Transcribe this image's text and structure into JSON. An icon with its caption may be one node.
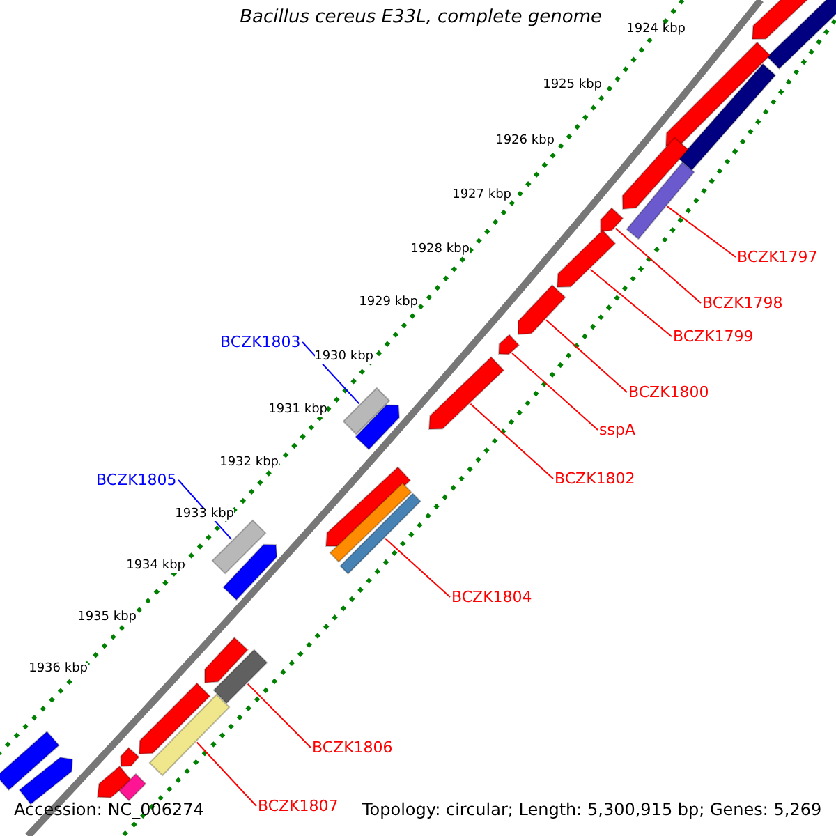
{
  "diagram": {
    "title": "Bacillus cereus E33L, complete genome",
    "nodes": [
      {
        "text": [
          "BCZK1797"
        ]
      },
      {
        "text": [
          "BCZK1798"
        ]
      },
      {
        "text": [
          "BCZK1799"
        ]
      },
      {
        "text": [
          "BCZK1803"
        ]
      },
      {
        "text": [
          "BCZK1800"
        ]
      },
      {
        "text": [
          "sspA"
        ]
      },
      {
        "text": [
          "BCZK1802"
        ]
      },
      {
        "text": [
          "BCZK1805"
        ]
      },
      {
        "text": [
          "BCZK1804"
        ]
      },
      {
        "text": [
          "BCZK1806"
        ]
      },
      {
        "text": [
          "BCZK1807"
        ]
      },
      {
        "text": [],
        "shape": "bar"
      },
      {
        "text": [],
        "shape": "bar"
      },
      {
        "text": [],
        "shape": "bar"
      },
      {
        "text": [],
        "shape": "bar"
      },
      {
        "text": [],
        "shape": "bar"
      },
      {
        "text": [],
        "shape": "bar"
      },
      {
        "text": [],
        "shape": "bar"
      },
      {
        "text": [],
        "shape": "bar"
      },
      {
        "text": [],
        "shape": "bar"
      },
      {
        "text": [],
        "shape": "bar"
      },
      {
        "text": [],
        "shape": "bar"
      },
      {
        "text": [],
        "shape": "bar"
      },
      {
        "text": [],
        "shape": "bar"
      },
      {
        "text": [],
        "shape": "bar"
      },
      {
        "text": [],
        "shape": "bar"
      },
      {
        "text": [],
        "shape": "bar"
      },
      {
        "text": [],
        "shape": "bar"
      },
      {
        "text": [],
        "shape": "bar"
      },
      {
        "text": [],
        "shape": "bar"
      },
      {
        "text": [],
        "shape": "bar"
      },
      {
        "text": [],
        "shape": "bar"
      },
      {
        "text": [],
        "shape": "bar"
      },
      {
        "text": [],
        "shape": "bar"
      },
      {
        "text": [],
        "shape": "bar"
      },
      {
        "text": [],
        "shape": "bar"
      },
      {
        "text": [],
        "shape": "bar"
      },
      {
        "text": [],
        "shape": "bar"
      }
    ],
    "edges": [
      {
        "from": 0,
        "to": 16,
        "arrow": "none"
      },
      {
        "from": 1,
        "to": 17,
        "arrow": "none"
      },
      {
        "from": 2,
        "to": 18,
        "arrow": "none"
      },
      {
        "from": 3,
        "to": 22,
        "arrow": "none",
        "color": "#0000ff"
      },
      {
        "from": 4,
        "to": 19,
        "arrow": "none"
      },
      {
        "from": 5,
        "to": 20,
        "arrow": "none"
      },
      {
        "from": 6,
        "to": 21,
        "arrow": "none"
      },
      {
        "from": 7,
        "to": 27,
        "arrow": "none",
        "color": "#0000ff"
      },
      {
        "from": 8,
        "to": 26,
        "arrow": "none"
      },
      {
        "from": 9,
        "to": 30,
        "arrow": "none"
      },
      {
        "from": 10,
        "to": 32,
        "arrow": "none"
      }
    ],
    "labels": [
      "1924 kbp",
      "1925 kbp",
      "1926 kbp",
      "1927 kbp",
      "1928 kbp",
      "1929 kbp",
      "1930 kbp",
      "1931 kbp",
      "1932 kbp",
      "1933 kbp",
      "1934 kbp",
      "1935 kbp",
      "1936 kbp",
      "Accession: NC_006274",
      "Topology: circular; Length: 5,300,915 bp; Genes: 5,269"
    ]
  }
}
